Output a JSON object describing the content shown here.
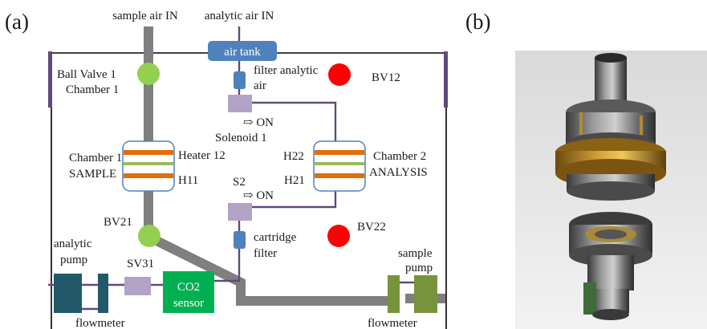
{
  "panel_a": {
    "label": "(a)",
    "inlets": {
      "sample_air": "sample air IN",
      "analytic_air": "analytic air IN"
    },
    "air_tank": "air tank",
    "ball_valve_1": {
      "line1": "Ball Valve 1",
      "line2": "Chamber 1"
    },
    "filter_analytic": {
      "line1": "filter analytic",
      "line2": "air"
    },
    "bv12": "BV12",
    "solenoid_1": {
      "on": "⇨ ON",
      "label": "Solenoid 1"
    },
    "chamber_1": {
      "line1": "Chamber 1",
      "line2": "SAMPLE",
      "heater_top": "Heater 12",
      "heater_bottom": "H11"
    },
    "chamber_2": {
      "line1": "Chamber 2",
      "line2": "ANALYSIS",
      "heater_top": "H22",
      "heater_bottom": "H21"
    },
    "s2": {
      "label": "S2",
      "on": "⇨ ON"
    },
    "bv21": "BV21",
    "bv22": "BV22",
    "cartridge_filter": {
      "line1": "cartridge",
      "line2": "filter"
    },
    "analytic_pump": {
      "line1": "analytic",
      "line2": "pump"
    },
    "sv31": "SV31",
    "co2_sensor": {
      "line1": "CO2",
      "line2": "sensor"
    },
    "sample_pump": {
      "line1": "sample",
      "line2": "pump"
    },
    "flowmeter_left": "flowmeter",
    "flowmeter_right": "flowmeter",
    "colors": {
      "pipe": "#7f7f7f",
      "tube": "#604a7b",
      "valve_green": "#92d050",
      "valve_red": "#ff0000",
      "air_tank": "#4f81bd",
      "solenoid": "#b3a2c7",
      "heater_orange": "#e36c09",
      "heater_olive": "#9bbb59",
      "pump_teal": "#215968",
      "pump_green": "#77933c",
      "sensor_green": "#00b050"
    }
  },
  "panel_b": {
    "label": "(b)"
  }
}
